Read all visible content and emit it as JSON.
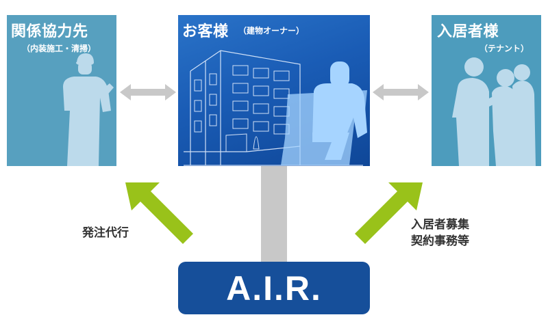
{
  "partners": {
    "title": "関係協力先",
    "subtitle": "（内装施工・清掃）"
  },
  "owner": {
    "title": "お客様",
    "subtitle": "（建物オーナー）"
  },
  "tenants": {
    "title": "入居者様",
    "subtitle": "（テナント）"
  },
  "air": {
    "label": "A.I.R."
  },
  "links": {
    "ordering": "発注代行",
    "tenant_services_line1": "入居者募集",
    "tenant_services_line2": "契約事務等"
  },
  "colors": {
    "panel_teal": "#57a0bf",
    "panel_blue": "#1a5cb5",
    "air_navy": "#164f9a",
    "arrow_green": "#99c21a",
    "arrow_gray": "#c8c8c8",
    "silhouette": "#bcdaeb"
  }
}
